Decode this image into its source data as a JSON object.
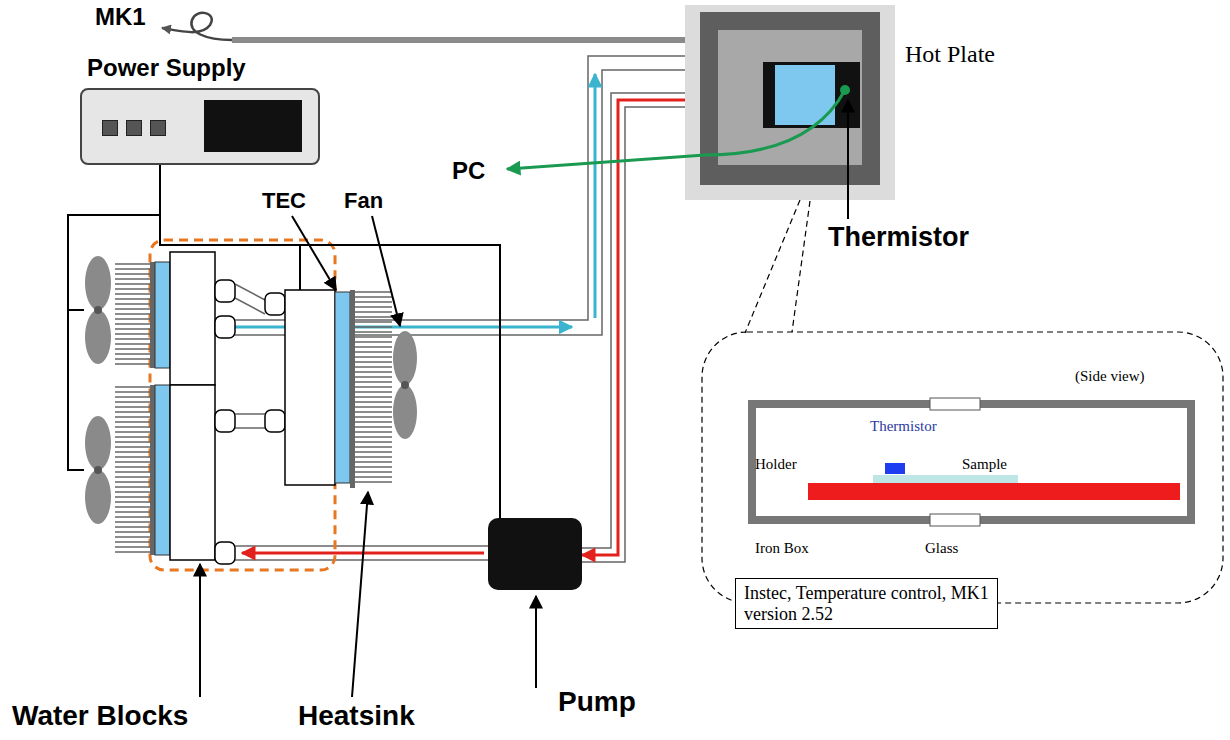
{
  "diagram": {
    "nodes": [
      {
        "text": [
          "Power Supply"
        ]
      },
      {
        "text": [
          "Hot Plate"
        ]
      },
      {
        "text": [
          "(Side view)",
          "Thermistor",
          "Holder",
          "Sample",
          "Iron Box",
          "Glass"
        ]
      },
      {
        "text": [
          "Instec, Temperature control, MK1 version 2.52"
        ]
      },
      {
        "text": [
          "Pump"
        ]
      }
    ],
    "edges": [
      {
        "from": 1,
        "to": 4,
        "arrow": "to"
      },
      {
        "from": 0,
        "to": 4,
        "arrow": "none"
      },
      {
        "from": 1,
        "to": 2,
        "arrow": "none"
      }
    ],
    "labels": [
      "MK1",
      "PC",
      "Thermistor",
      "TEC",
      "Fan",
      "Water Blocks",
      "Heatsink"
    ]
  }
}
